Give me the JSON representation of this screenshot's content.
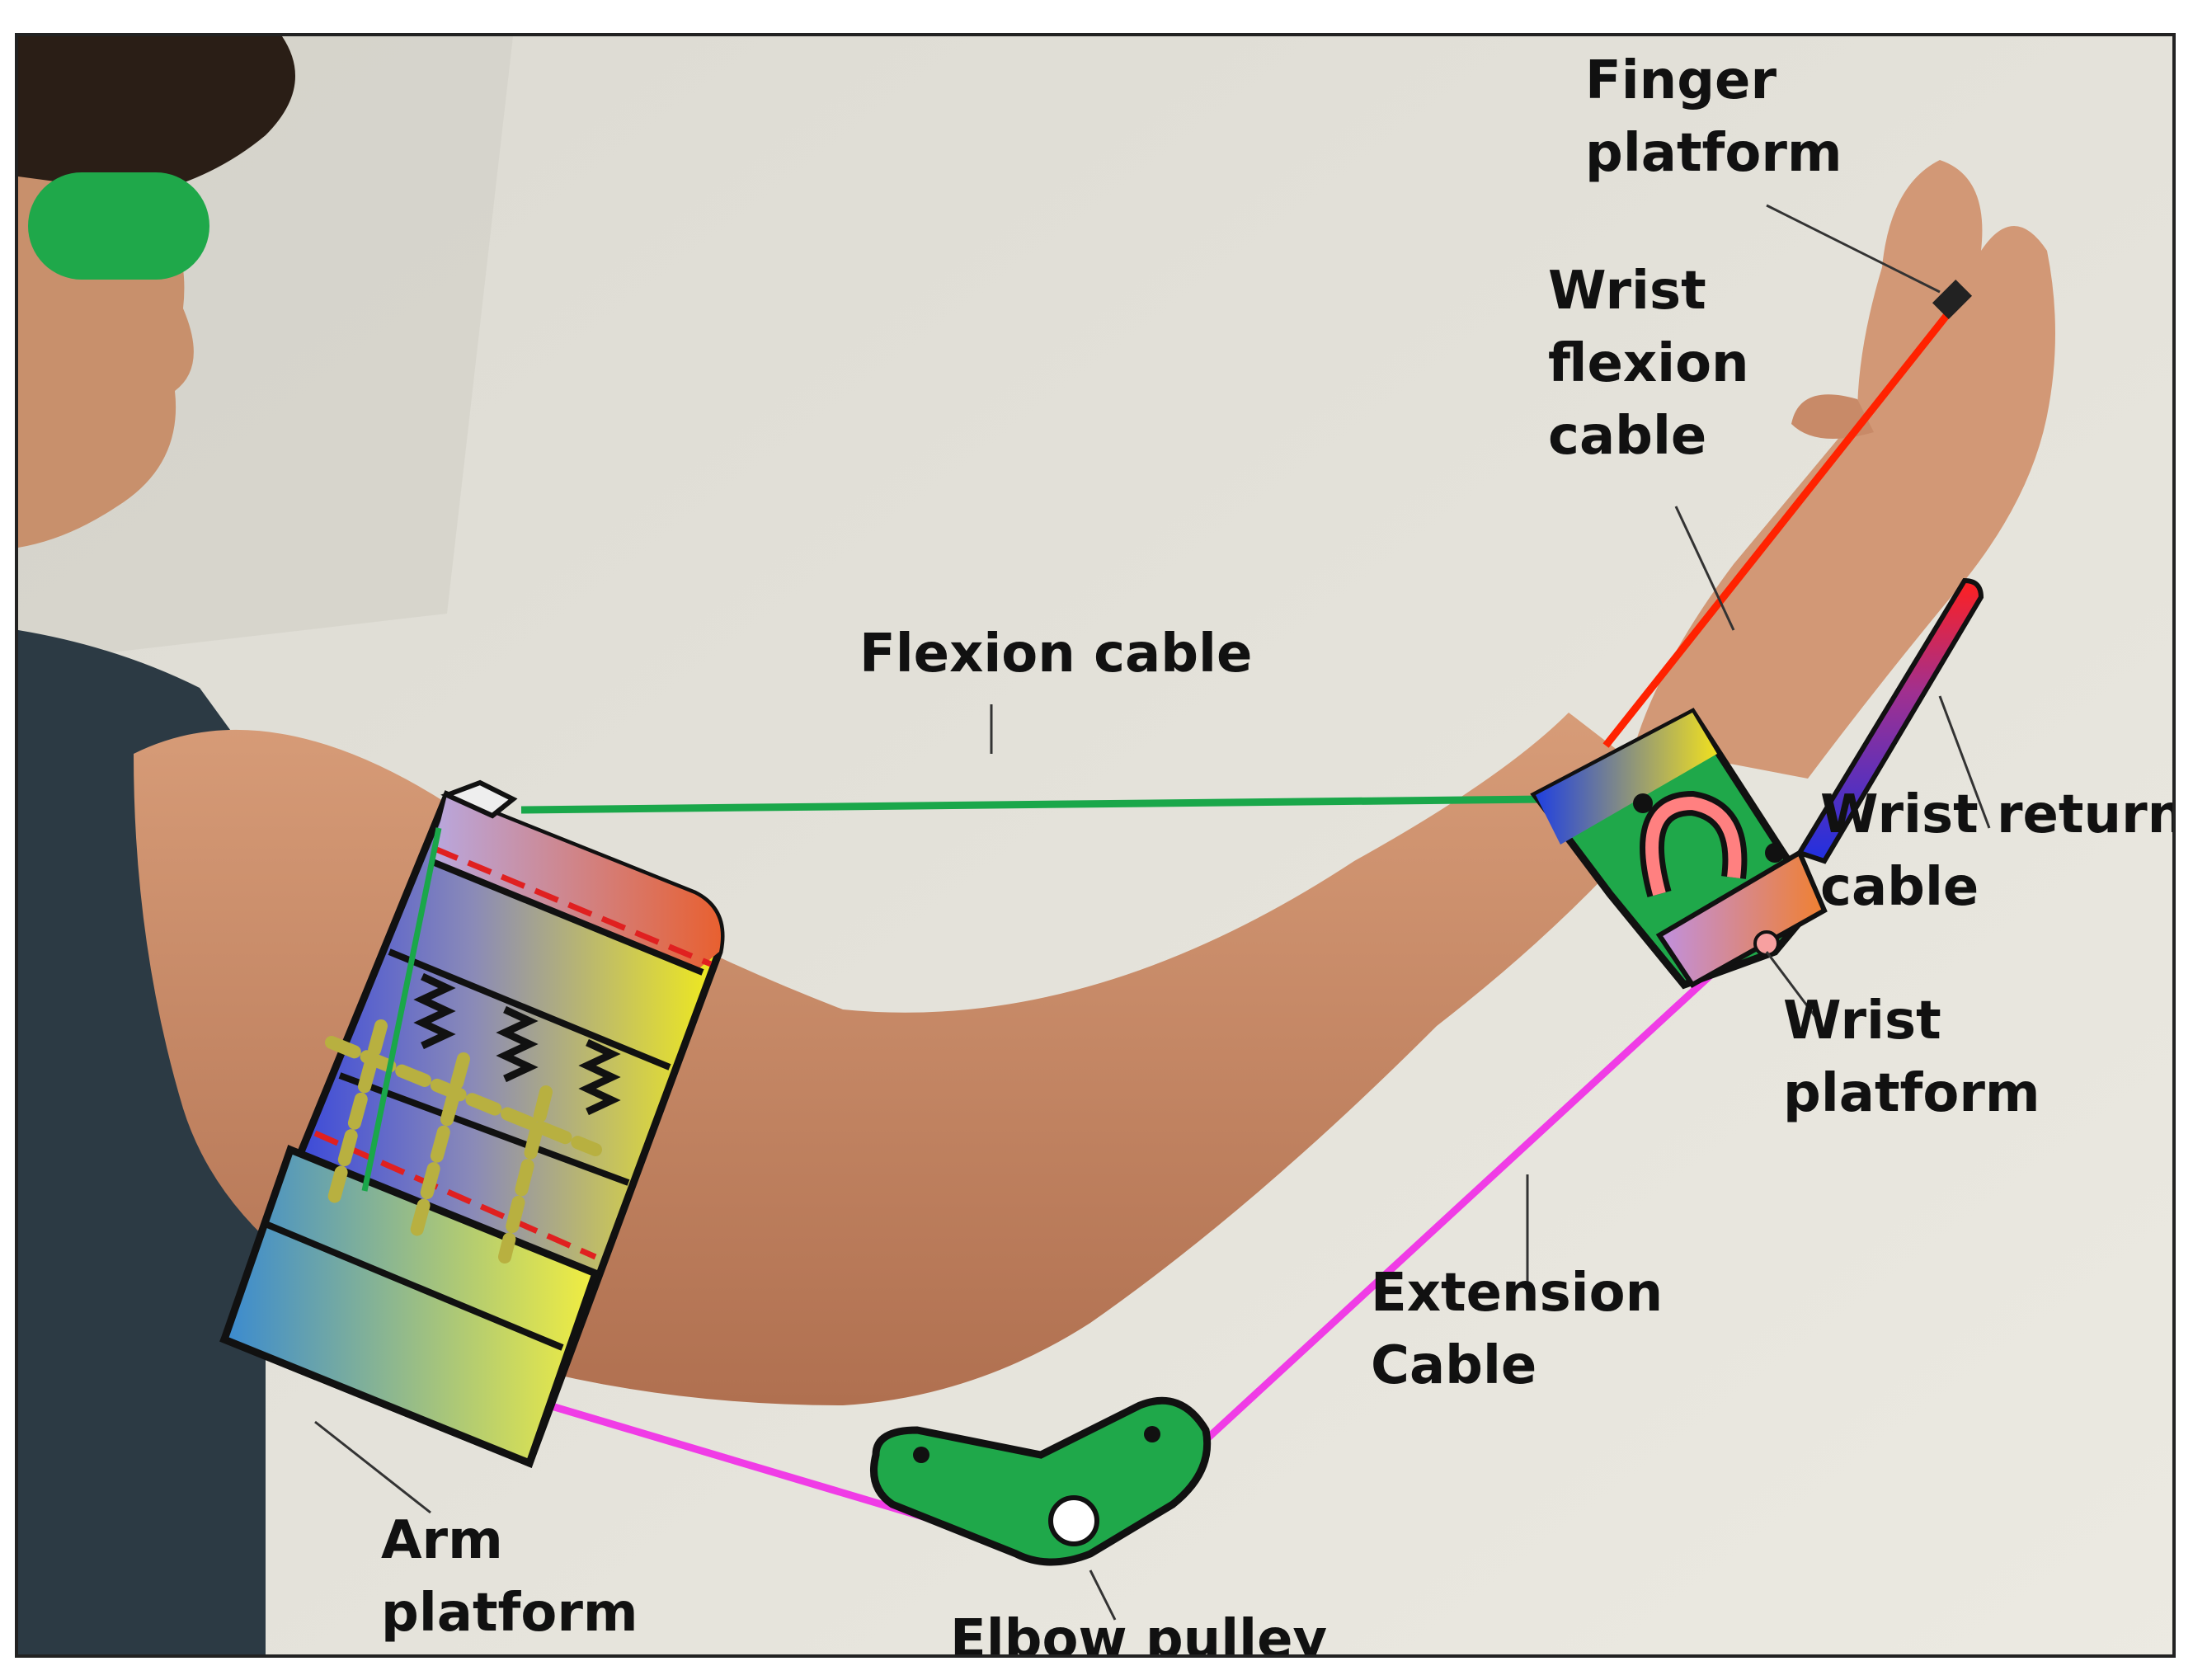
{
  "labels": {
    "finger_platform": "Finger\nplatform",
    "wrist_flexion_cable": "Wrist\nflexion\ncable",
    "flexion_cable": "Flexion cable",
    "wrist_return_cable": "Wrist return\ncable",
    "wrist_platform": "Wrist\nplatform",
    "extension_cable": "Extension\nCable",
    "arm_platform": "Arm\nplatform",
    "elbow_pulley": "Elbow pulley"
  },
  "colors": {
    "flexion_cable": "#1aa74a",
    "extension_cable": "#f03ce6",
    "wrist_flexion_cable": "#ff2200",
    "pulley_green": "#1fa84a",
    "eye_mask": "#1fa84a",
    "skin": "#c98a64",
    "shirt": "#2c3a44",
    "wall": "#e6e4dc"
  }
}
